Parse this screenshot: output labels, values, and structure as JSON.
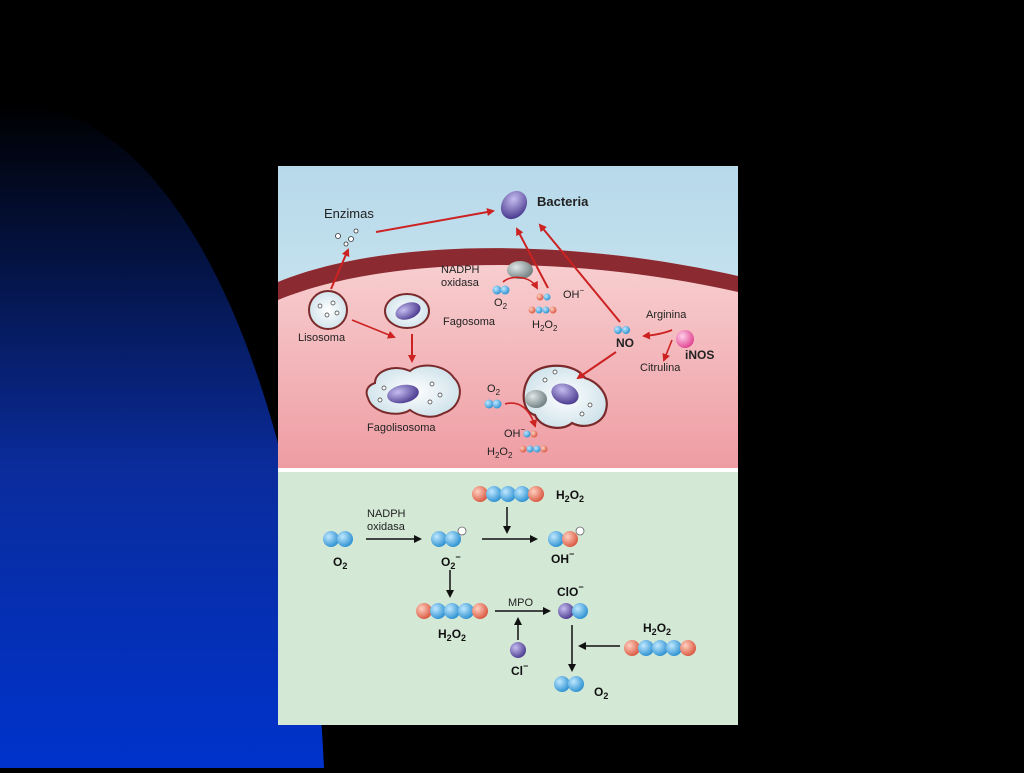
{
  "slide": {
    "background_color": "#000000",
    "accent_color": "#0033cc"
  },
  "top_panel": {
    "labels": {
      "enzimas": "Enzimas",
      "bacteria": "Bacteria",
      "nadph_line1": "NADPH",
      "nadph_line2": "oxidasa",
      "o2": "O",
      "h2o2": "H",
      "oh": "OH",
      "lisosoma": "Lisosoma",
      "fagosoma": "Fagosoma",
      "fagolisosoma": "Fagolisosoma",
      "arginina": "Arginina",
      "no": "NO",
      "inos": "iNOS",
      "citrulina": "Citrulina"
    }
  },
  "bottom_panel": {
    "labels": {
      "nadph_line1": "NADPH",
      "nadph_line2": "oxidasa",
      "o2": "O",
      "o2_minus": "O",
      "oh": "OH",
      "h2o2": "H",
      "mpo": "MPO",
      "clo": "ClO",
      "cl": "Cl"
    }
  },
  "colors": {
    "extracellular": "#c9e3ee",
    "cytoplasm": "#f2c4c7",
    "membrane": "#8b2a30",
    "lower_panel": "#d4e8d6",
    "arrow_red": "#cc2222",
    "bacteria": "#5b4a9a",
    "atom_blue": "#3aa6e0",
    "atom_orange": "#e8705a"
  }
}
